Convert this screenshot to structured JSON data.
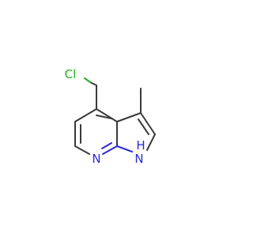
{
  "molecule": {
    "atoms": {
      "chlorine": "Cl",
      "pyridine_nitrogen": "N",
      "pyrrole_nitrogen": "N",
      "pyrrole_hydrogen": "H"
    },
    "colors": {
      "bond": "#3a3a3a",
      "nitrogen": "#2a2ad8",
      "chlorine": "#1db11d"
    }
  }
}
